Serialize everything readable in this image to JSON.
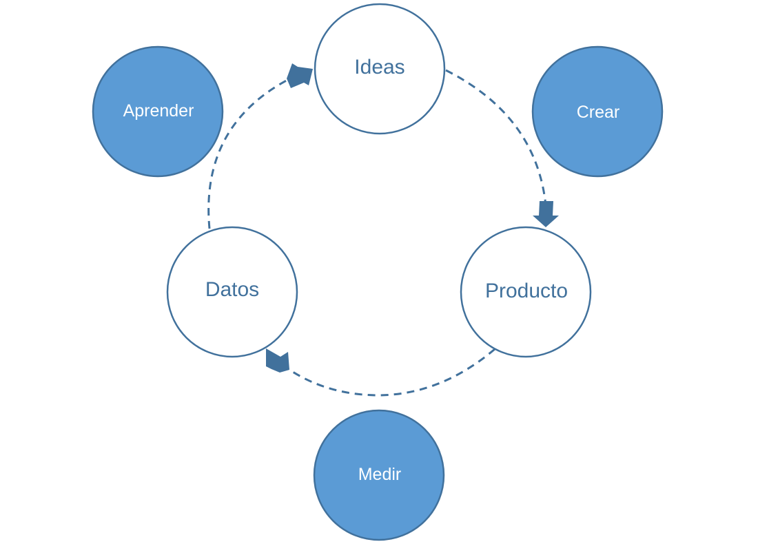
{
  "diagram": {
    "cycle_nodes": {
      "ideas": "Ideas",
      "producto": "Producto",
      "datos": "Datos"
    },
    "phase_nodes": {
      "crear": "Crear",
      "medir": "Medir",
      "aprender": "Aprender"
    },
    "flow": [
      {
        "from": "Ideas",
        "to": "Producto",
        "phase": "Crear"
      },
      {
        "from": "Producto",
        "to": "Datos",
        "phase": "Medir"
      },
      {
        "from": "Datos",
        "to": "Ideas",
        "phase": "Aprender"
      }
    ],
    "colors": {
      "outline": "#41719c",
      "fill": "#5b9bd5",
      "background": "#ffffff",
      "outline_text": "#41719c",
      "fill_text": "#ffffff"
    }
  }
}
